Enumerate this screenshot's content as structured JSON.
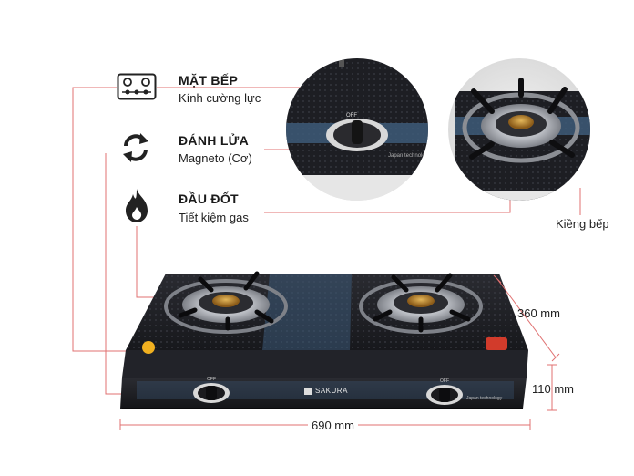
{
  "features": [
    {
      "title": "MẶT BẾP",
      "subtitle": "Kính cường lực",
      "icon": "stovetop-icon"
    },
    {
      "title": "ĐÁNH LỬA",
      "subtitle": "Magneto (Cơ)",
      "icon": "refresh-cycle-icon"
    },
    {
      "title": "ĐẦU ĐỐT",
      "subtitle": "Tiết kiệm gas",
      "icon": "flame-icon"
    }
  ],
  "callouts": {
    "grate": "Kiềng bếp"
  },
  "dimensions": {
    "depth": "360 mm",
    "height": "110 mm",
    "width": "690 mm"
  },
  "product": {
    "brand": "SAKURA",
    "knob_label": "OFF",
    "panel_text": "Japan technology"
  },
  "colors": {
    "glass": "#1e1f24",
    "accent_line": "#e07070",
    "blue_stripe": "#3d5a78"
  }
}
